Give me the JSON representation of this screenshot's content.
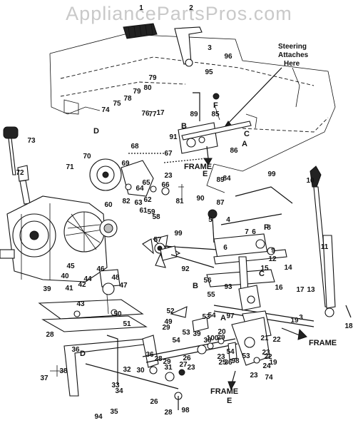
{
  "watermark": "AppliancePartsPros.com",
  "annotations": {
    "steering_note": [
      "Steering",
      "Attaches",
      "Here"
    ],
    "frame_labels": [
      "FRAME",
      "FRAME",
      "FRAME",
      "FRAME"
    ],
    "frame_e_labels": [
      "E",
      "E"
    ],
    "letter_labels": [
      "D",
      "B",
      "C",
      "A",
      "F",
      "F",
      "B",
      "A",
      "C",
      "D"
    ]
  },
  "callouts": [
    "1",
    "2",
    "3",
    "96",
    "95",
    "79",
    "80",
    "79",
    "78",
    "75",
    "74",
    "77",
    "76",
    "17",
    "89",
    "85",
    "91",
    "86",
    "73",
    "72",
    "71",
    "70",
    "68",
    "69",
    "67",
    "23",
    "84",
    "99",
    "10",
    "90",
    "89",
    "87",
    "65",
    "66",
    "64",
    "82",
    "63",
    "62",
    "81",
    "61",
    "59",
    "60",
    "58",
    "99",
    "57",
    "5",
    "4",
    "11",
    "6",
    "7",
    "6",
    "8",
    "9",
    "12",
    "14",
    "15",
    "13",
    "16",
    "18",
    "17",
    "3",
    "19",
    "20",
    "21",
    "22",
    "23",
    "24",
    "25",
    "26",
    "27",
    "28",
    "29",
    "30",
    "31",
    "32",
    "33",
    "34",
    "35",
    "36",
    "37",
    "38",
    "39",
    "40",
    "41",
    "42",
    "43",
    "44",
    "45",
    "46",
    "47",
    "48",
    "49",
    "50",
    "51",
    "52",
    "53",
    "54",
    "55",
    "56",
    "92",
    "93",
    "94",
    "97",
    "98",
    "100",
    "28",
    "36",
    "26",
    "28",
    "23",
    "36",
    "39",
    "53",
    "54",
    "54",
    "98",
    "29",
    "30",
    "53",
    "22",
    "23",
    "19",
    "74",
    "23",
    "29"
  ]
}
